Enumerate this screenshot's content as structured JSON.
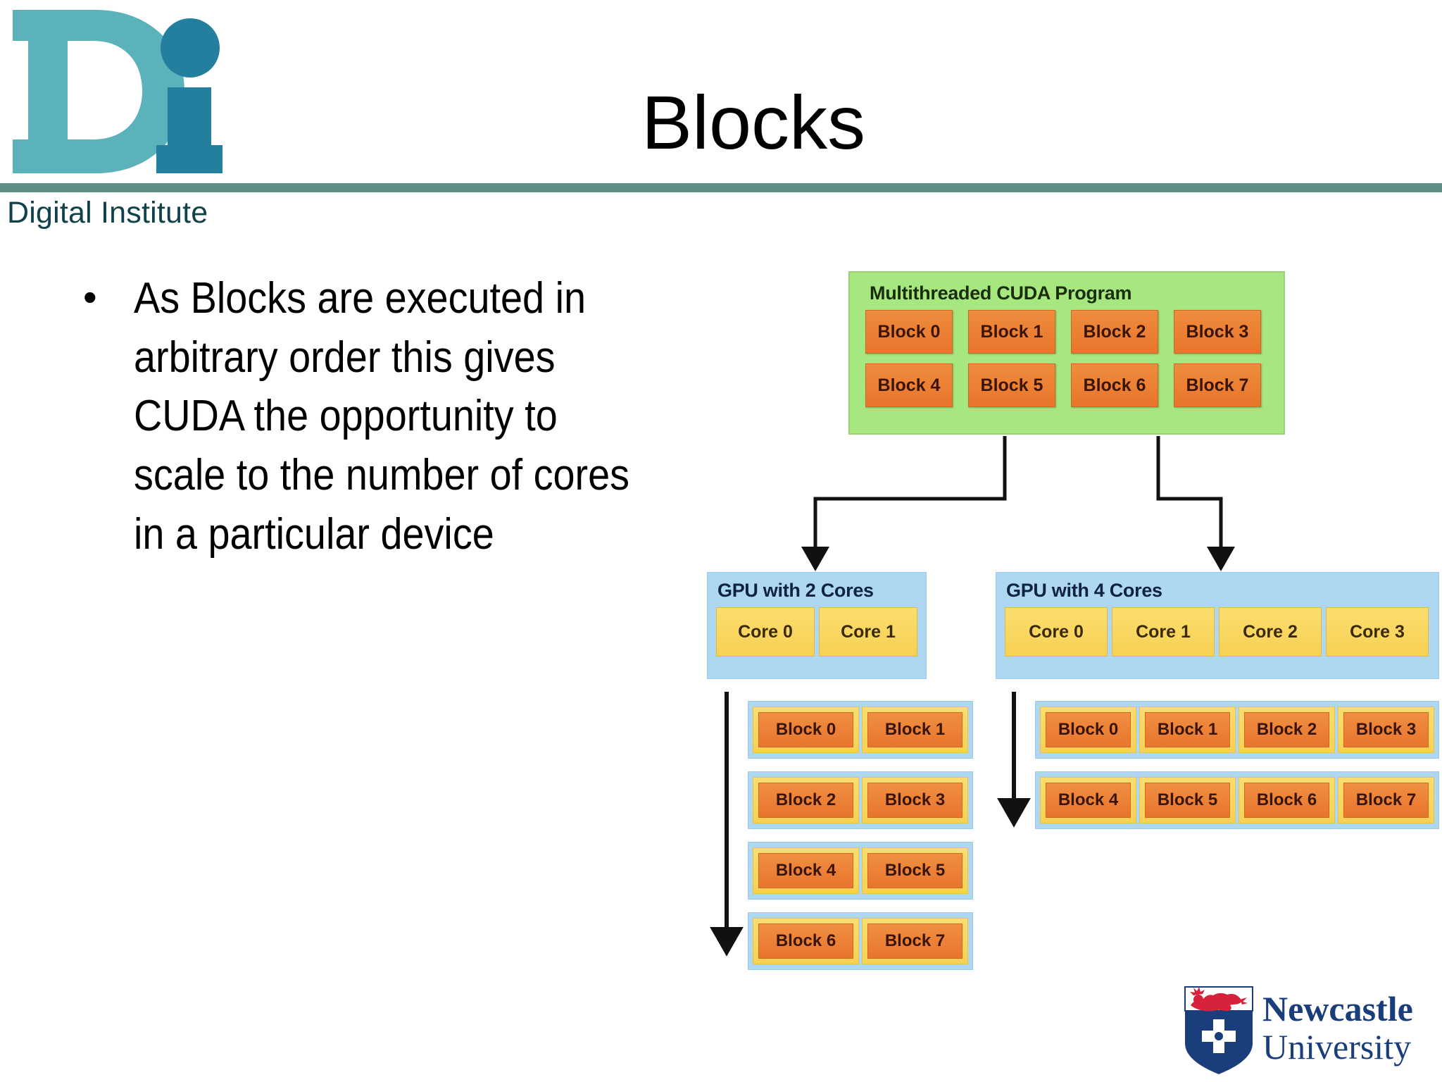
{
  "branding": {
    "logo_letter_primary": "D",
    "logo_letter_secondary": "i",
    "logo_primary_color": "#5BB2BA",
    "logo_secondary_color": "#247F9E",
    "institute_name": "Digital Institute",
    "rule_color": "#5F8E86"
  },
  "slide": {
    "title": "Blocks",
    "bullets": [
      {
        "marker": "•",
        "text": "As Blocks are executed in arbitrary order this gives CUDA the opportunity to scale to the number of cores in a particular device"
      }
    ]
  },
  "diagram": {
    "program_panel": {
      "title": "Multithreaded CUDA Program",
      "fill_color": "#A6E77F",
      "block_color": "#E8752C",
      "rows": [
        [
          "Block 0",
          "Block 1",
          "Block 2",
          "Block 3"
        ],
        [
          "Block 4",
          "Block 5",
          "Block 6",
          "Block 7"
        ]
      ]
    },
    "gpu_panels": [
      {
        "title": "GPU with 2 Cores",
        "fill_color": "#AED8F2",
        "core_color": "#F7D154",
        "cores": [
          "Core 0",
          "Core 1"
        ],
        "queue_rows": [
          [
            "Block 0",
            "Block 1"
          ],
          [
            "Block 2",
            "Block 3"
          ],
          [
            "Block 4",
            "Block 5"
          ],
          [
            "Block 6",
            "Block 7"
          ]
        ]
      },
      {
        "title": "GPU with 4 Cores",
        "fill_color": "#AED8F2",
        "core_color": "#F7D154",
        "cores": [
          "Core 0",
          "Core 1",
          "Core 2",
          "Core 3"
        ],
        "queue_rows": [
          [
            "Block 0",
            "Block 1",
            "Block 2",
            "Block 3"
          ],
          [
            "Block 4",
            "Block 5",
            "Block 6",
            "Block 7"
          ]
        ]
      }
    ],
    "connector_color": "#111111"
  },
  "footer": {
    "university_line1": "Newcastle",
    "university_line2": "University",
    "university_blue": "#1A3D7C",
    "crest_red": "#D6223A"
  }
}
